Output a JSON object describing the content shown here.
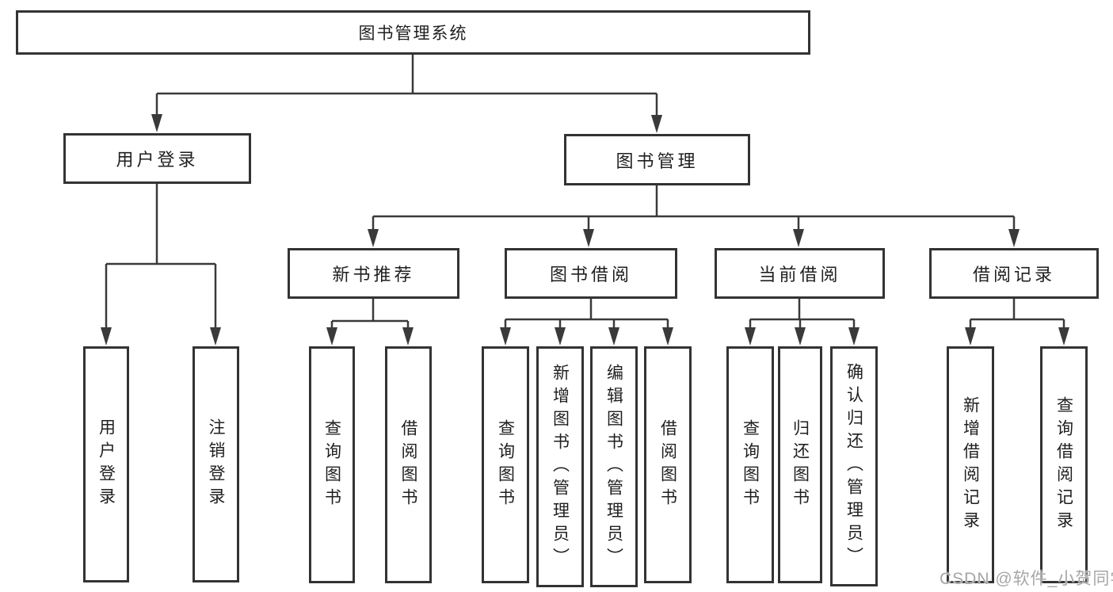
{
  "tree": {
    "root": {
      "label": "图书管理系统"
    },
    "user_login": {
      "label": "用户登录",
      "children": [
        {
          "label": "用户登录"
        },
        {
          "label": "注销登录"
        }
      ]
    },
    "book_mgmt": {
      "label": "图书管理",
      "sections": [
        {
          "label": "新书推荐",
          "children": [
            {
              "label": "查询图书"
            },
            {
              "label": "借阅图书"
            }
          ]
        },
        {
          "label": "图书借阅",
          "children": [
            {
              "label": "查询图书"
            },
            {
              "label": "新增图书（管理员）"
            },
            {
              "label": "编辑图书（管理员）"
            },
            {
              "label": "借阅图书"
            }
          ]
        },
        {
          "label": "当前借阅",
          "children": [
            {
              "label": "查询图书"
            },
            {
              "label": "归还图书"
            },
            {
              "label": "确认归还（管理员）"
            }
          ]
        },
        {
          "label": "借阅记录",
          "children": [
            {
              "label": "新增借阅记录"
            },
            {
              "label": "查询借阅记录"
            }
          ]
        }
      ]
    }
  },
  "watermark": "CSDN @软件_小贺同学",
  "colors": {
    "line": "#3a3a3a",
    "border": "#333333",
    "text": "#1f1f1f",
    "watermark": "#a6a6a6",
    "background": "#ffffff"
  }
}
